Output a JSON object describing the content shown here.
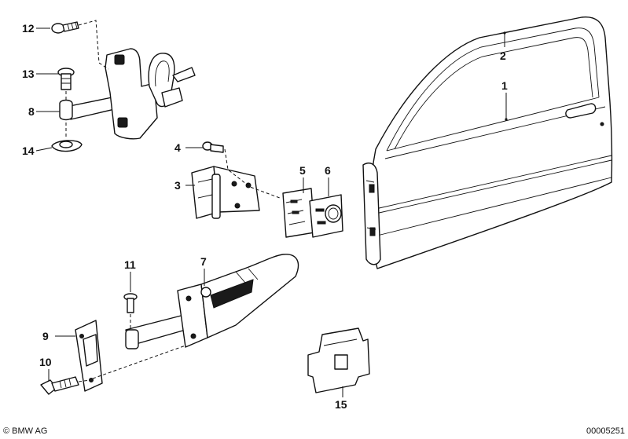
{
  "callouts": {
    "p1": "1",
    "p2": "2",
    "p3": "3",
    "p4": "4",
    "p5": "5",
    "p6": "6",
    "p7": "7",
    "p8": "8",
    "p9": "9",
    "p10": "10",
    "p11": "11",
    "p12": "12",
    "p13": "13",
    "p14": "14",
    "p15": "15"
  },
  "footer": {
    "copyright": "© BMW AG",
    "diagram_number": "00005251"
  }
}
